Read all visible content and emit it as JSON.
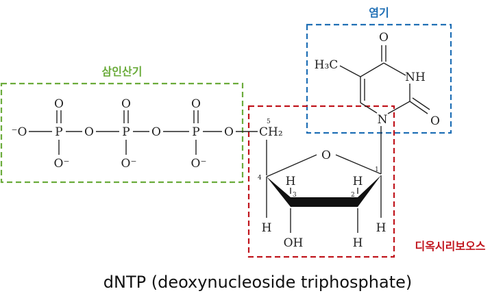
{
  "caption": "dNTP (deoxynucleoside triphosphate)",
  "groups": {
    "phosphate": {
      "label": "삼인산기",
      "color": "#6aab3a"
    },
    "base": {
      "label": "염기",
      "color": "#1f6fb5"
    },
    "sugar": {
      "label": "디옥시리보오스",
      "color": "#c0141c"
    }
  },
  "atoms": {
    "o_minus_left": "⁻O",
    "p1": "P",
    "p2": "P",
    "p3": "P",
    "o_bridge_1": "O",
    "o_bridge_2": "O",
    "o_bridge_3": "O",
    "o_top_1": "O",
    "o_top_2": "O",
    "o_top_3": "O",
    "o_bot_1": "O⁻",
    "o_bot_2": "O⁻",
    "o_bot_3": "O⁻",
    "ch2": "CH₂",
    "ring_o": "O",
    "h3_up": "H",
    "h2_up": "H",
    "h4_down": "H",
    "h1_down": "H",
    "h2_down": "H",
    "oh": "OH",
    "base_o_top": "O",
    "base_nh": "NH",
    "base_o_right": "O",
    "base_n": "N",
    "h3c": "H₃C"
  },
  "carbon_numbers": {
    "c5": "5",
    "c4": "4",
    "c3": "3",
    "c2": "2",
    "c1": "1"
  }
}
